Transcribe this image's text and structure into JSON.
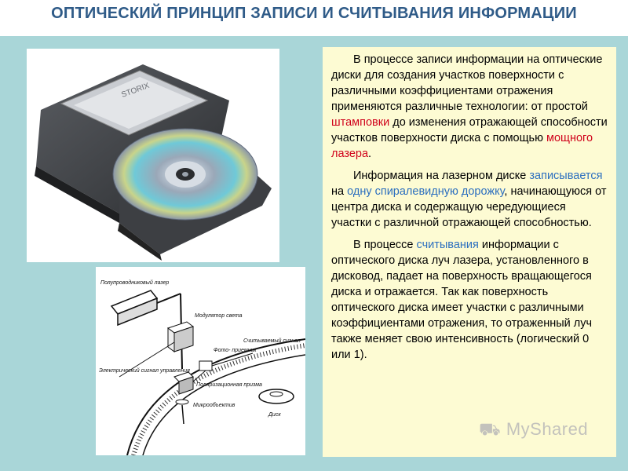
{
  "title": "ОПТИЧЕСКИЙ ПРИНЦИП ЗАПИСИ И СЧИТЫВАНИЯ ИНФОРМАЦИИ",
  "drive_label": "STORIX",
  "diagram_labels": {
    "laser": "Полупроводниковый лазер",
    "modulator": "Модулятор света",
    "photoreceiver": "Фото- приемник",
    "read_signal": "Считываемый сигнал",
    "control_signal": "Электрический сигнал управления",
    "polar_prism": "Поляризационная призма",
    "micro_lens": "Микрообъектив",
    "disk": "Диск"
  },
  "paragraph1": {
    "a": "В процессе записи информации на оптические диски для создания участков поверхности с различными коэффициентами отражения применяются различные технологии: от простой ",
    "b": "штамповки",
    "c": " до изменения отражающей способности участков поверхности диска с помощью ",
    "d": "мощного лазера",
    "e": "."
  },
  "paragraph2": {
    "a": "Информация на лазерном диске ",
    "b": "записывается",
    "c": " на ",
    "d": "одну спиралевидную дорожку",
    "e": ", начинающуюся от центра диска и содержащую чередующиеся участки с различной отражающей способностью."
  },
  "paragraph3": {
    "a": "В процессе ",
    "b": "считывания",
    "c": " информации с оптического диска луч лазера, установленного в дисковод, падает на поверхность вращающегося диска и отражается. Так как поверхность оптического диска имеет участки с различными коэффициентами отражения, то отраженный луч также меняет свою интенсивность (логический 0 или 1)."
  },
  "watermark": "MyShared",
  "colors": {
    "title": "#2f5b88",
    "highlight_red": "#d0021b",
    "highlight_blue": "#2c6fbf",
    "textbox_bg": "#fdfbd3",
    "page_bg": "#a9d6d8"
  }
}
